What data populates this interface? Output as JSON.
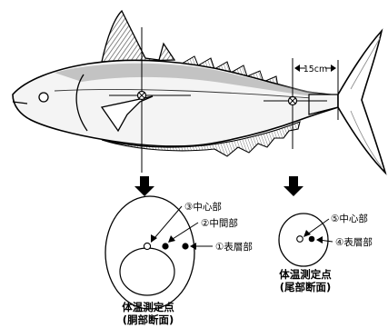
{
  "measure": {
    "distance_label": "15cm"
  },
  "torso_section": {
    "points": [
      {
        "marker": "③",
        "name": "中心部"
      },
      {
        "marker": "②",
        "name": "中間部"
      },
      {
        "marker": "①",
        "name": "表層部"
      }
    ],
    "caption_line1": "体温測定点",
    "caption_line2": "(胴部断面)"
  },
  "tail_section": {
    "points": [
      {
        "marker": "⑤",
        "name": "中心部"
      },
      {
        "marker": "④",
        "name": "表層部"
      }
    ],
    "caption_line1": "体温測定点",
    "caption_line2": "(尾部断面)"
  }
}
